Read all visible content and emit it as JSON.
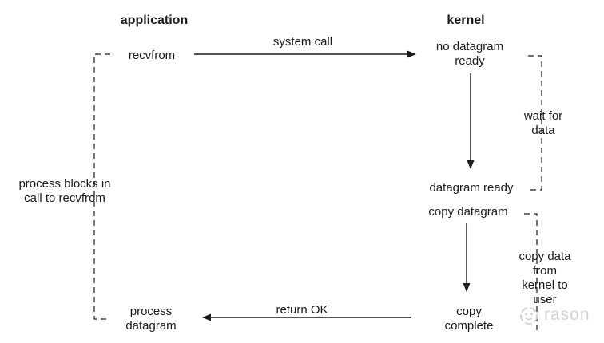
{
  "colors": {
    "text": "#1a1a1a",
    "line": "#1a1a1a",
    "watermark": "#d3d3d3"
  },
  "headers": {
    "application": "application",
    "kernel": "kernel"
  },
  "application_column": {
    "recvfrom": "recvfrom",
    "process_blocks": "process blocks in\ncall to recvfrom",
    "process_datagram": "process\ndatagram"
  },
  "kernel_column": {
    "no_datagram_ready": "no datagram\nready",
    "datagram_ready": "datagram ready",
    "copy_datagram": "copy datagram",
    "copy_complete": "copy\ncomplete"
  },
  "annotations": {
    "system_call": "system call",
    "return_ok": "return OK",
    "wait_for_data": "wait for\ndata",
    "copy_data": "copy data from\nkernel to user"
  },
  "watermark": {
    "text": "rason"
  }
}
